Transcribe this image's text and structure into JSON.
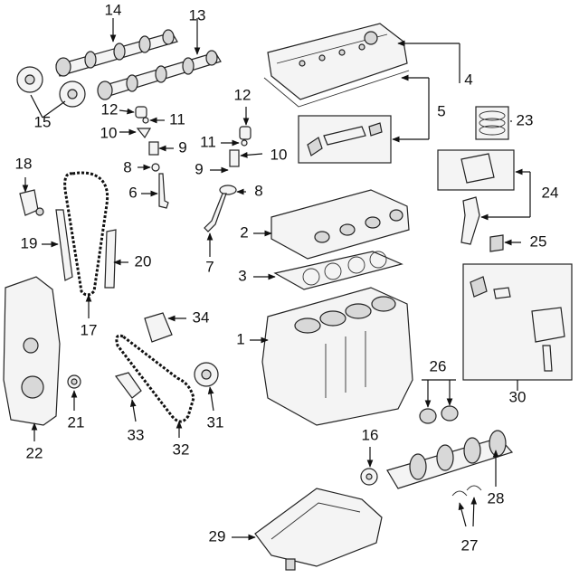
{
  "labels": {
    "p1": "1",
    "p2": "2",
    "p3": "3",
    "p4": "4",
    "p5": "5",
    "p6": "6",
    "p7": "7",
    "p8a": "8",
    "p8b": "8",
    "p9a": "9",
    "p9b": "9",
    "p10a": "10",
    "p10b": "10",
    "p11a": "11",
    "p11b": "11",
    "p12a": "12",
    "p12b": "12",
    "p13": "13",
    "p14": "14",
    "p15": "15",
    "p16": "16",
    "p17": "17",
    "p18": "18",
    "p19": "19",
    "p20": "20",
    "p21": "21",
    "p22": "22",
    "p23": "23",
    "p24": "24",
    "p25": "25",
    "p26": "26",
    "p27": "27",
    "p28": "28",
    "p29": "29",
    "p30": "30",
    "p31": "31",
    "p32": "32",
    "p33": "33",
    "p34": "34"
  }
}
